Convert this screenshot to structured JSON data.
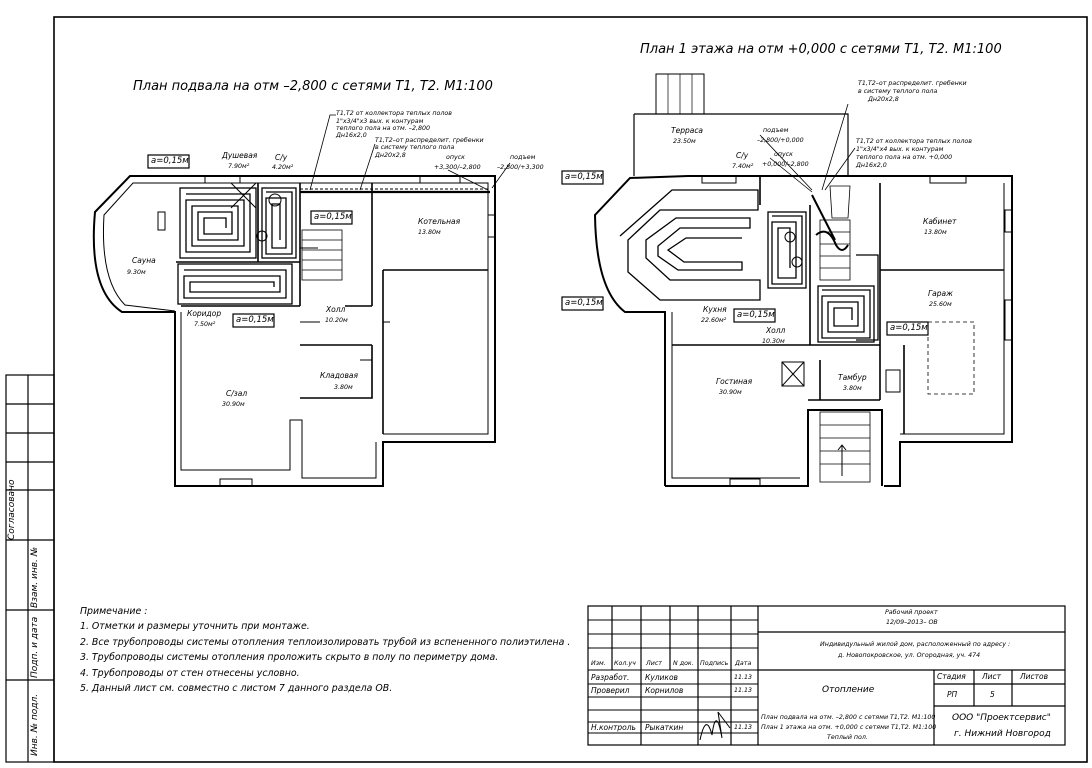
{
  "sheet": {
    "left_title": "План подвала на отм –2,800 с сетями Т1, Т2. М1:100",
    "right_title": "План 1 этажа на отм +0,000 с сетями Т1, Т2. М1:100"
  },
  "left_plan": {
    "rooms": {
      "shower_name": "Душевая",
      "shower_area": "7.90м²",
      "wc_name": "С/у",
      "wc_area": "4.20м²",
      "sauna_name": "Сауна",
      "sauna_area": "9.30м",
      "boiler_name": "Котельная",
      "boiler_area": "13.80м",
      "corridor_name": "Коридор",
      "corridor_area": "7.50м²",
      "hall_name": "Холл",
      "hall_area": "10.20м",
      "pantry_name": "Кладовая",
      "pantry_area": "3.80м",
      "gym_name": "С/зал",
      "gym_area": "30.90м"
    },
    "annotations": {
      "a1": "a=0,15м",
      "a2": "a=0,15м",
      "a3": "a=0,15м",
      "note1_l1": "Т1,Т2 от коллектора теплых полов",
      "note1_l2": "1\"x3/4\"x3 вых. к контурам",
      "note1_l3": "теплого пола на отм. –2,800",
      "note1_l4": "Дн16x2,0",
      "note2_l1": "Т1,Т2–от распределит. гребенки",
      "note2_l2": "в систему теплого пола",
      "note2_l3": "Дн20x2,8",
      "down_l1": "опуск",
      "down_l2": "+3,300/–2,800",
      "up_l1": "подъем",
      "up_l2": "–2,800/+3,300"
    }
  },
  "right_plan": {
    "rooms": {
      "terrace_name": "Терраса",
      "terrace_area": "23.50м",
      "wc_name": "С/у",
      "wc_area": "7.40м²",
      "office_name": "Кабинет",
      "office_area": "13.80м",
      "kitchen_name": "Кухня",
      "kitchen_area": "22.60м²",
      "hall_name": "Холл",
      "hall_area": "10.30м",
      "garage_name": "Гараж",
      "garage_area": "25.60м",
      "living_name": "Гостиная",
      "living_area": "30.90м",
      "vestibule_name": "Тамбур",
      "vestibule_area": "3.80м"
    },
    "annotations": {
      "a1": "a=0,15м",
      "a2": "a=0,15м",
      "a3": "a=0,15м",
      "a4": "a=0,15м",
      "note_top_l1": "Т1,Т2–от распределит. гребенки",
      "note_top_l2": "в систему теплого пола",
      "note_top_l3": "Дн20x2,8",
      "up_l1": "подъем",
      "up_l2": "–2,800/+0,000",
      "down_l1": "опуск",
      "down_l2": "+0,000/–2,800",
      "note_coll_l1": "Т1,Т2 от коллектора теплых полов",
      "note_coll_l2": "1\"x3/4\"x4 вых. к контурам",
      "note_coll_l3": "теплого пола на отм. +0,000",
      "note_coll_l4": "Дн16x2,0"
    }
  },
  "notes": {
    "heading": "Примечание :",
    "items": [
      "1.  Отметки и размеры уточнить при монтаже.",
      "2.  Все трубопроводы системы отопления теплоизолировать трубой из вспененного полиэтилена .",
      "3.  Трубопроводы системы отопления проложить скрыто в полу по периметру дома.",
      "4.  Трубопроводы от стен отнесены условно.",
      "5.  Данный лист см. совместно с листом 7 данного раздела ОВ."
    ]
  },
  "side_stamp": {
    "agreed": "Согласовано",
    "inv_ref": "Взам. инв. №",
    "sign_date": "Подп. и дата",
    "inv_orig": "Инв. № подл."
  },
  "title_block": {
    "project_type": "Рабочий проект",
    "project_code": "12/09–2013– ОВ",
    "object_l1": "Индивидульный жилой дом, расположенный по адресу :",
    "object_l2": "д. Новопокровское, ул. Огородная, уч. 474",
    "col_izm": "Изм.",
    "col_kol": "Кол.уч",
    "col_list": "Лист",
    "col_ndok": "N док.",
    "col_podp": "Подпись",
    "col_date": "Дата",
    "role1": "Разработ.",
    "name1": "Куликов",
    "date1": "11.13",
    "role2": "Проверил",
    "name2": "Корнилов",
    "date2": "11.13",
    "role3": "Н.контроль",
    "name3": "Рыкаткин",
    "date3": "11.13",
    "section_title": "Отопление",
    "stage_h": "Стадия",
    "sheet_h": "Лист",
    "sheets_h": "Листов",
    "stage_v": "РП",
    "sheet_v": "5",
    "content_l1": "План подвала на отм. –2,800 с сетями Т1,Т2. М1:100",
    "content_l2": "План 1 этажа на отм. +0,000 с сетями Т1,Т2. М1:100",
    "content_l3": "Теплый пол.",
    "org_l1": "ООО \"Проектсервис\"",
    "org_l2": "г. Нижний Новгород"
  }
}
